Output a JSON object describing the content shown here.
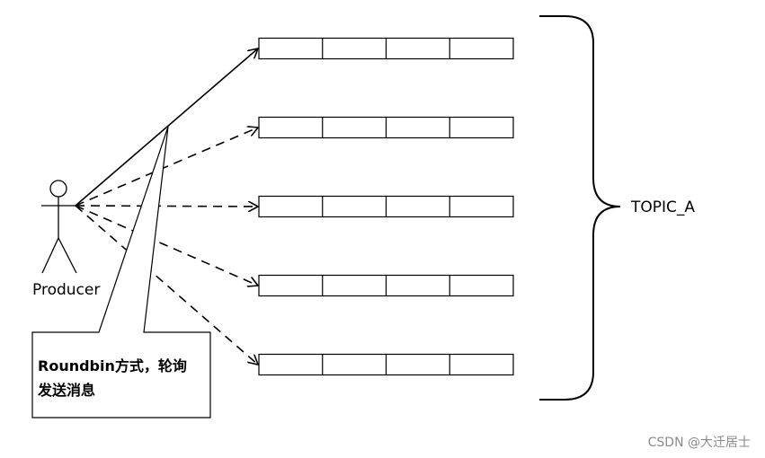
{
  "producer": {
    "label": "Producer",
    "icon": "stick-figure"
  },
  "topic": {
    "label": "TOPIC_A"
  },
  "partitions": [
    {
      "cells": 4,
      "arrow": "solid"
    },
    {
      "cells": 4,
      "arrow": "dashed"
    },
    {
      "cells": 4,
      "arrow": "dashed"
    },
    {
      "cells": 4,
      "arrow": "dashed"
    },
    {
      "cells": 4,
      "arrow": "dashed"
    }
  ],
  "note": {
    "line1": "Roundbin方式，轮询",
    "line2": "发送消息"
  },
  "watermark": "CSDN @大迁居士"
}
